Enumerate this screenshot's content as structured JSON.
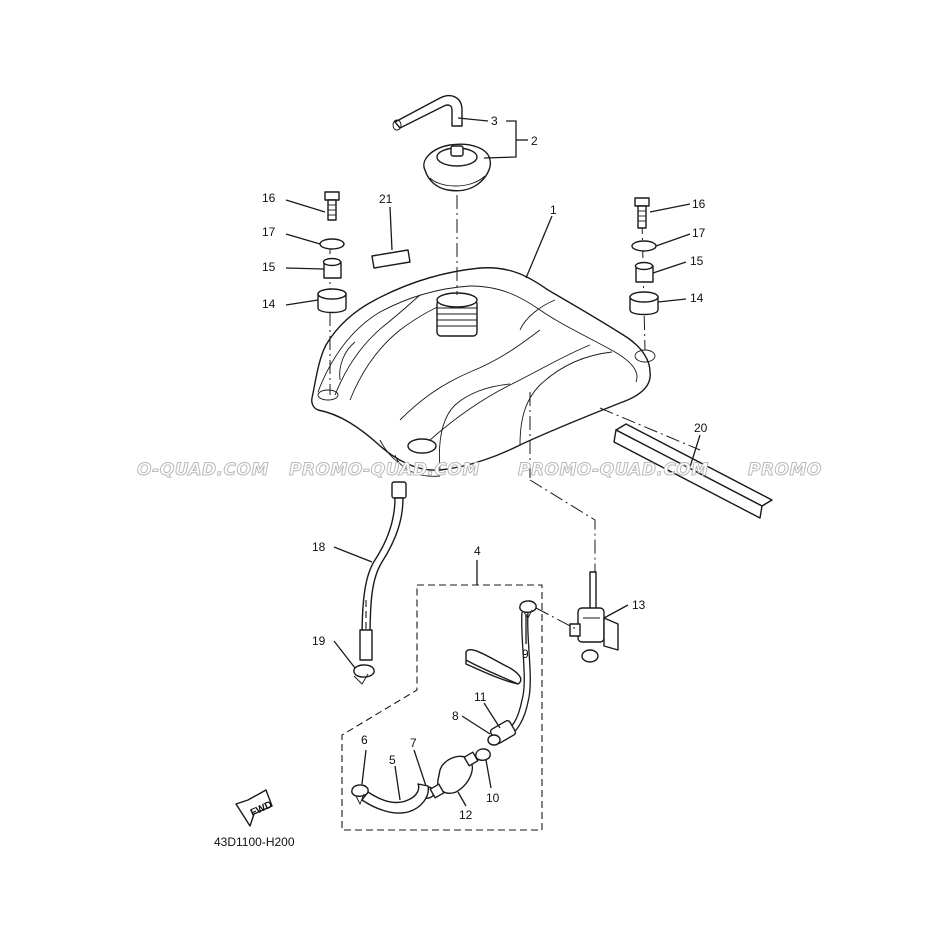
{
  "watermark": {
    "text_full": "PROMO-QUAD.COM",
    "text_left": "O-QUAD.COM",
    "text_right": "PROMO"
  },
  "diagram_code": "43D1100-H200",
  "fwd_label": "FWD",
  "callouts": {
    "c1": "1",
    "c2": "2",
    "c3": "3",
    "c4": "4",
    "c5": "5",
    "c6": "6",
    "c7": "7",
    "c8": "8",
    "c9": "9",
    "c10": "10",
    "c11": "11",
    "c12": "12",
    "c13": "13",
    "c14l": "14",
    "c14r": "14",
    "c15l": "15",
    "c15r": "15",
    "c16l": "16",
    "c16r": "16",
    "c17l": "17",
    "c17r": "17",
    "c18": "18",
    "c19": "19",
    "c20": "20",
    "c21": "21"
  }
}
